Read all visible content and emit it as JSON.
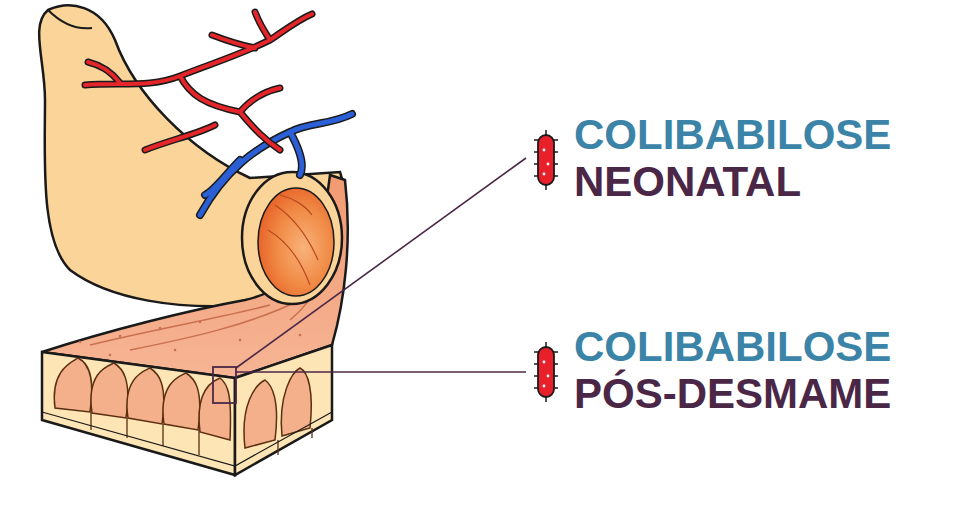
{
  "diagram": {
    "labels": [
      "COLIBABILOSE",
      "NEONATAL",
      "COLIBABILOSE",
      "PÓS-DESMAME"
    ]
  }
}
